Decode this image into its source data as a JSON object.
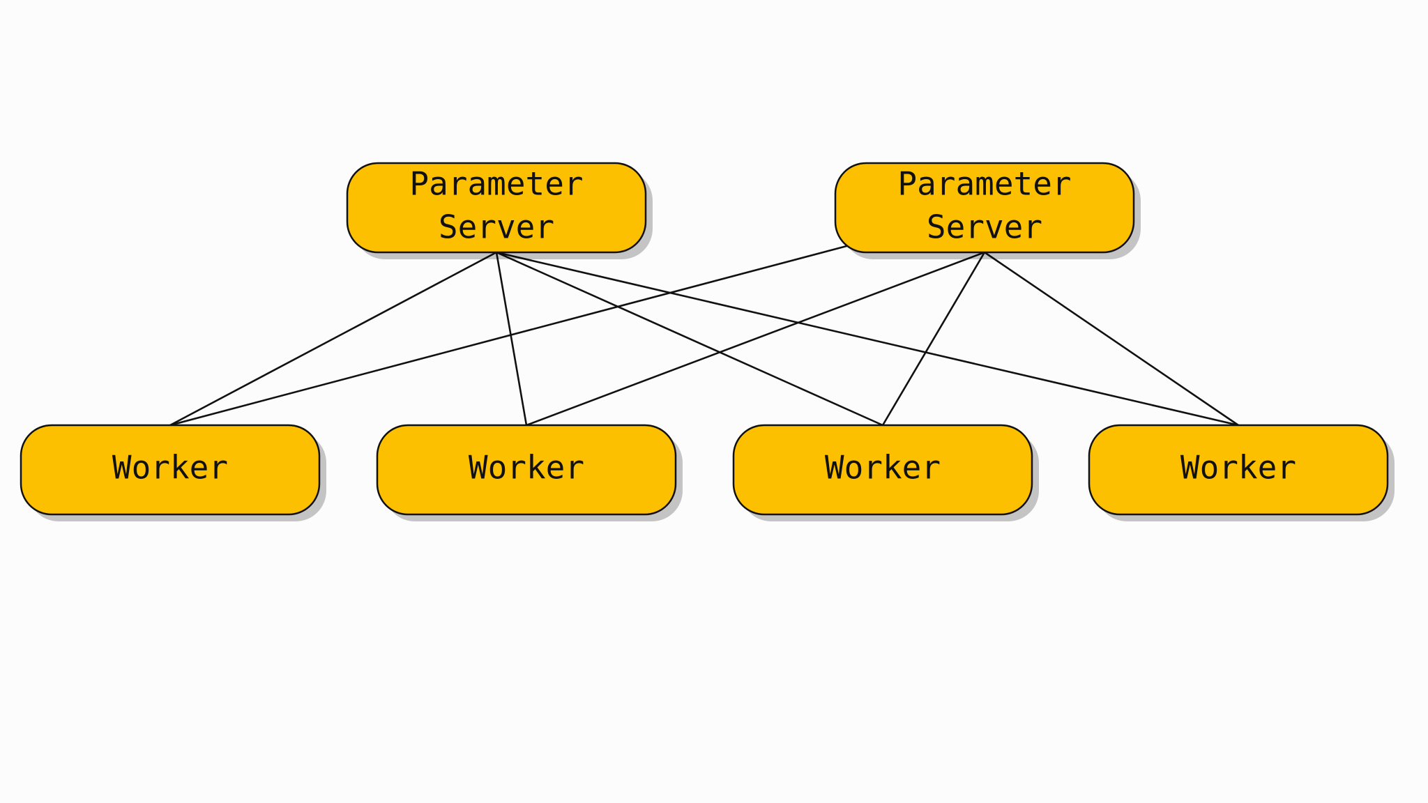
{
  "diagram": {
    "servers": [
      {
        "id": "ps1",
        "label_lines": [
          "Parameter",
          "Server"
        ]
      },
      {
        "id": "ps2",
        "label_lines": [
          "Parameter",
          "Server"
        ]
      }
    ],
    "workers": [
      {
        "id": "w1",
        "label": "Worker"
      },
      {
        "id": "w2",
        "label": "Worker"
      },
      {
        "id": "w3",
        "label": "Worker"
      },
      {
        "id": "w4",
        "label": "Worker"
      }
    ],
    "edges": [
      {
        "from": "ps1",
        "to": "w1"
      },
      {
        "from": "ps1",
        "to": "w2"
      },
      {
        "from": "ps1",
        "to": "w3"
      },
      {
        "from": "ps1",
        "to": "w4"
      },
      {
        "from": "ps2",
        "to": "w1"
      },
      {
        "from": "ps2",
        "to": "w2"
      },
      {
        "from": "ps2",
        "to": "w3"
      },
      {
        "from": "ps2",
        "to": "w4"
      }
    ],
    "colors": {
      "node_fill": "#fdc000",
      "node_border": "#111111",
      "edge": "#111111",
      "background": "#fdfcfc"
    }
  }
}
